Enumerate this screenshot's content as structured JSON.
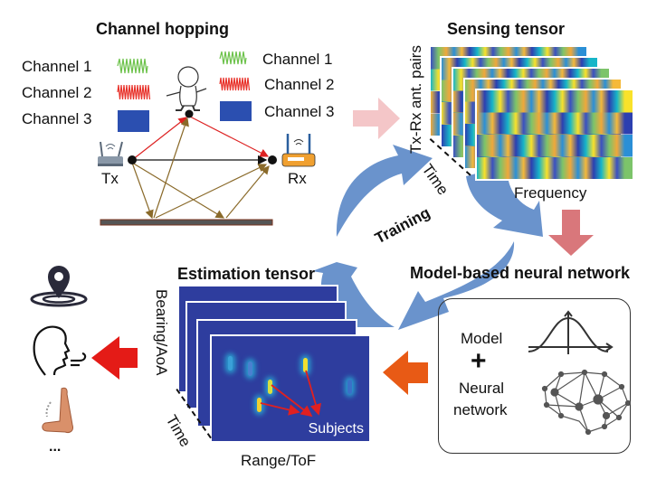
{
  "channel_hopping": {
    "title": "Channel hopping",
    "tx_channels": [
      "Channel 1",
      "Channel 2",
      "Channel 3"
    ],
    "rx_channels": [
      "Channel 1",
      "Channel 2",
      "Channel 3"
    ],
    "tx_label": "Tx",
    "rx_label": "Rx",
    "channel_colors": [
      "#6cc24a",
      "#e8322a",
      "#2b4fb0"
    ]
  },
  "sensing_tensor": {
    "title": "Sensing tensor",
    "y_axis": "Tx-Rx ant. pairs",
    "depth_axis": "Time",
    "x_axis": "Frequency"
  },
  "training": {
    "label": "Training"
  },
  "model_nn": {
    "title": "Model-based neural network",
    "model_label": "Model",
    "plus": "+",
    "nn_label_1": "Neural",
    "nn_label_2": "network"
  },
  "estimation_tensor": {
    "title": "Estimation tensor",
    "y_axis": "Bearing/AoA",
    "depth_axis": "Time",
    "x_axis": "Range/ToF",
    "annotation": "Subjects"
  },
  "applications": {
    "more": "..."
  },
  "colors": {
    "flow_arrow_blue": "#6a93cc",
    "pink_arrow": "#f4c6c8",
    "down_arrow": "#d9777b",
    "orange_arrow": "#e85a15",
    "red_arrow": "#e41b17",
    "heatmap_bg": "#2e3d9e"
  }
}
